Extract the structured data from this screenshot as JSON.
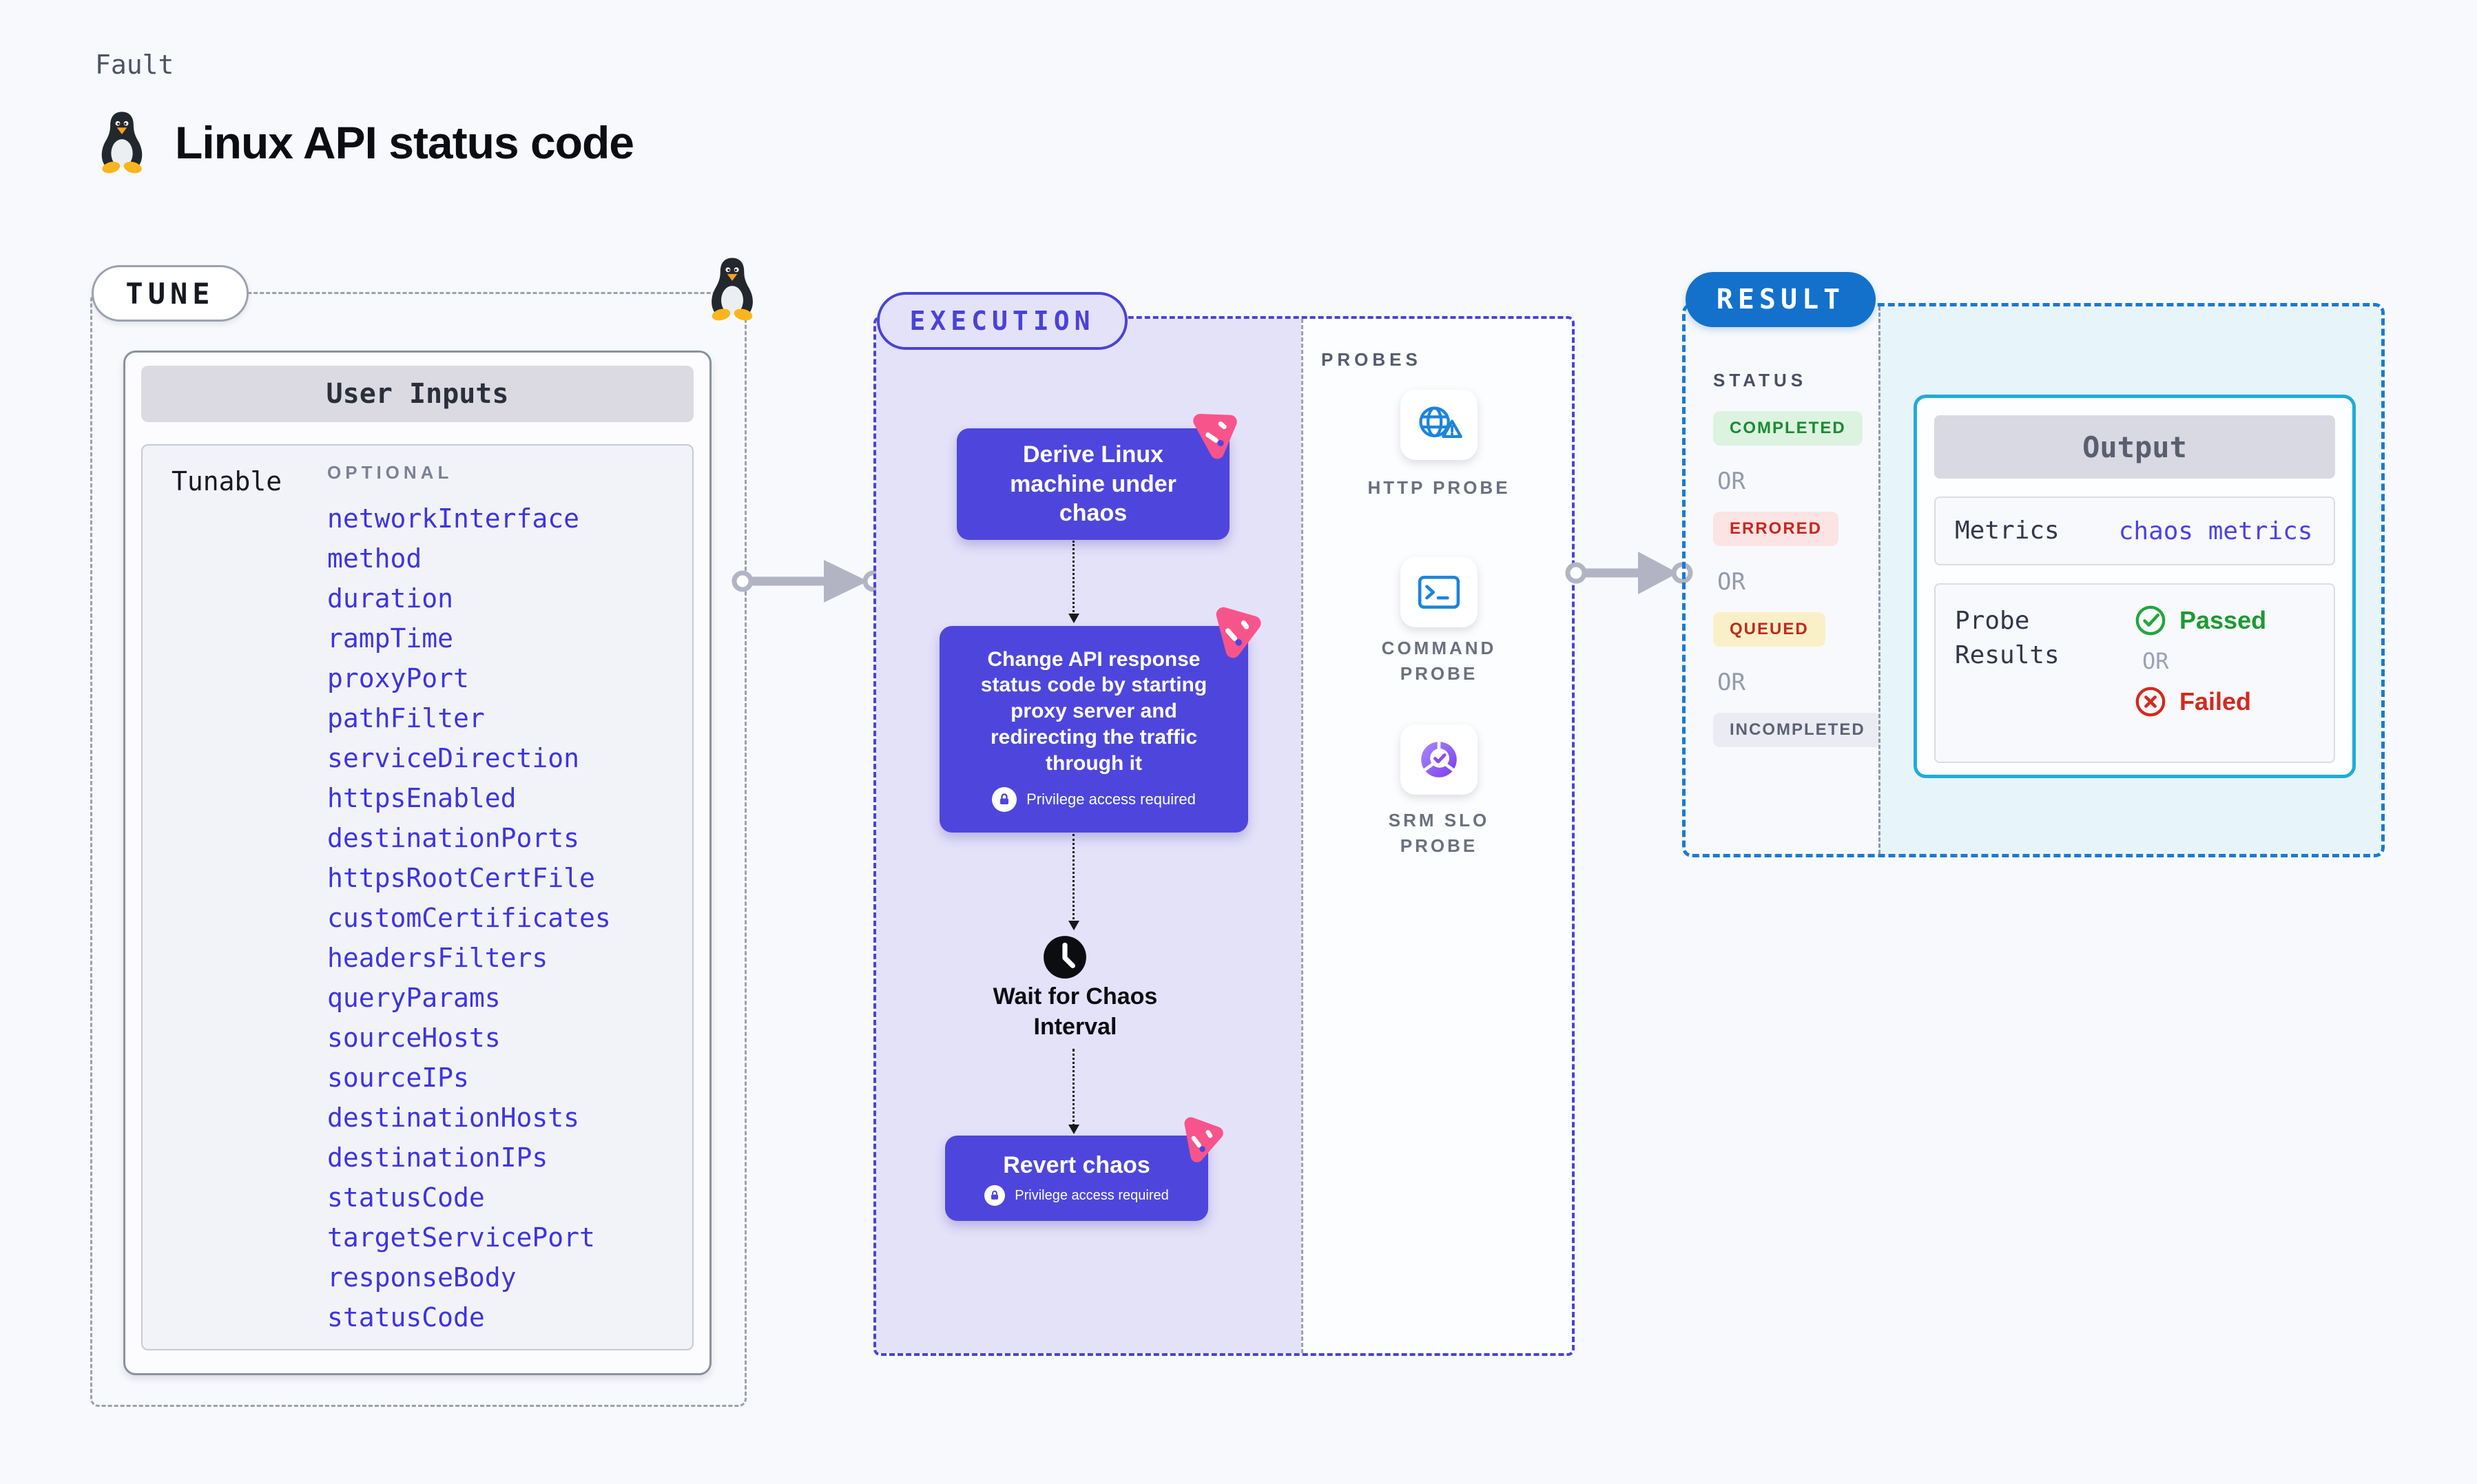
{
  "page": {
    "eyebrow": "Fault",
    "title": "Linux API status code",
    "icon": "tux-linux-icon"
  },
  "tune": {
    "pill_label": "TUNE",
    "card_header": "User Inputs",
    "row_label": "Tunable",
    "row_tag": "OPTIONAL",
    "inputs": [
      "networkInterface",
      "method",
      "duration",
      "rampTime",
      "proxyPort",
      "pathFilter",
      "serviceDirection",
      "httpsEnabled",
      "destinationPorts",
      "httpsRootCertFile",
      "customCertificates",
      "headersFilters",
      "queryParams",
      "sourceHosts",
      "sourceIPs",
      "destinationHosts",
      "destinationIPs",
      "statusCode",
      "targetServicePort",
      "responseBody",
      "statusCode"
    ]
  },
  "execution": {
    "pill_label": "EXECUTION",
    "step1": {
      "text": "Derive Linux machine under chaos"
    },
    "step2": {
      "text": "Change API response status code by starting proxy server and redirecting the traffic through it",
      "privilege_note": "Privilege access required"
    },
    "wait_step": {
      "text": "Wait for Chaos Interval"
    },
    "revert_step": {
      "text": "Revert chaos",
      "privilege_note": "Privilege access required"
    }
  },
  "probes": {
    "section_label": "PROBES",
    "items": [
      {
        "name": "HTTP PROBE",
        "icon": "http-probe-icon"
      },
      {
        "name": "COMMAND PROBE",
        "icon": "command-probe-icon"
      },
      {
        "name": "SRM SLO PROBE",
        "icon": "srm-slo-probe-icon"
      }
    ]
  },
  "result": {
    "pill_label": "RESULT",
    "status_label": "STATUS",
    "or_label": "OR",
    "statuses": [
      {
        "text": "COMPLETED",
        "type": "completed"
      },
      {
        "text": "ERRORED",
        "type": "errored"
      },
      {
        "text": "QUEUED",
        "type": "queued"
      },
      {
        "text": "INCOMPLETED",
        "type": "incompleted"
      }
    ],
    "output": {
      "header": "Output",
      "metrics_label": "Metrics",
      "metrics_value": "chaos metrics",
      "probe_results_label": "Probe Results",
      "passed_label": "Passed",
      "or_label": "OR",
      "failed_label": "Failed"
    }
  },
  "colors": {
    "indigo": "#4A42D8",
    "node_purple": "#4E46DC",
    "lavender": "#E4E2F9",
    "link_blue": "#3E34E1",
    "result_blue": "#1371CC",
    "result_dash_blue": "#1A7AD4",
    "cyan_border": "#1FABDC",
    "cyan_bg": "#E7F5FB",
    "green": "#1B8A33",
    "green_bg": "#DCF3DF",
    "red": "#C7271F",
    "red_bg": "#FBE4E3",
    "queued_bg": "#FAF0C7",
    "queued_text": "#BE2A1F",
    "gray_border": "#9BA1AE",
    "arrow_gray": "#B2B4C4",
    "pink": "#F8548C",
    "probe_icon_blue": "#1B84DB"
  }
}
